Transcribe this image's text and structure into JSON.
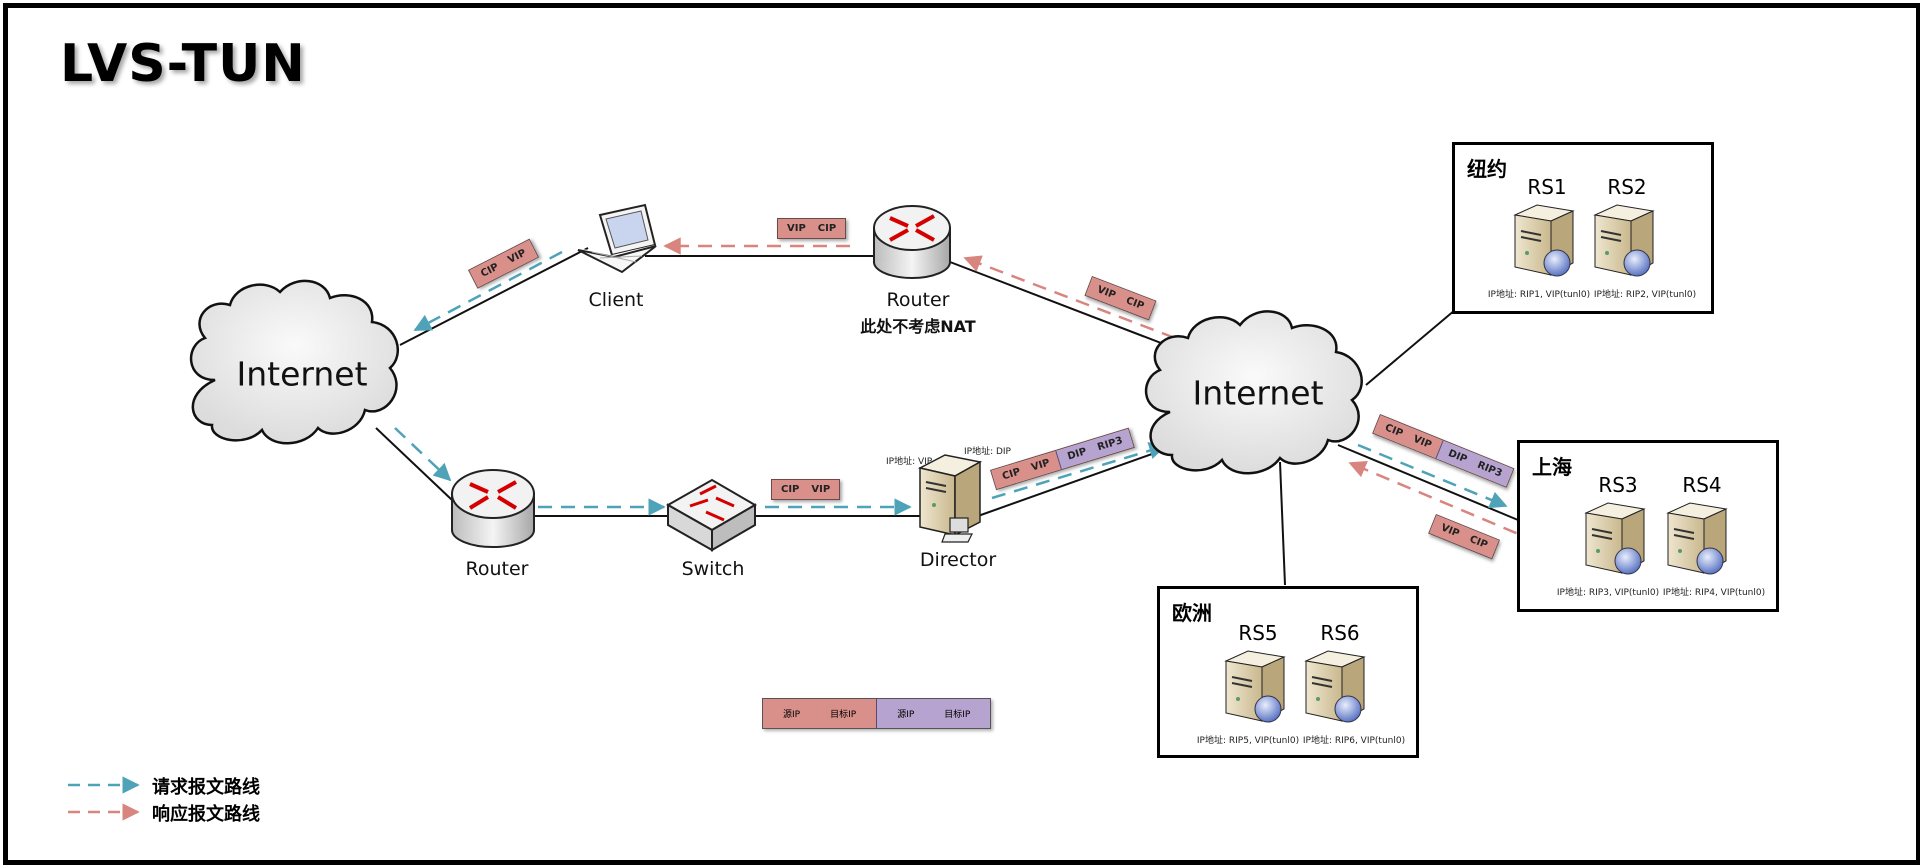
{
  "title": "LVS-TUN",
  "colors": {
    "request_path": "#4fa3b8",
    "response_path": "#d9857f",
    "packet_src_dst": "#d9908a",
    "packet_tunnel": "#b6a3cf"
  },
  "nodes": {
    "internet_left": "Internet",
    "internet_right": "Internet",
    "client": "Client",
    "router_top": "Router",
    "router_top_note": "此处不考虑NAT",
    "router_bottom": "Router",
    "switch": "Switch",
    "director": "Director",
    "director_ip_vip": "IP地址: VIP",
    "director_ip_dip": "IP地址: DIP"
  },
  "packets": {
    "client_out": [
      "CIP",
      "VIP"
    ],
    "router_top_in": [
      "VIP",
      "CIP"
    ],
    "internet_to_router_top": [
      "VIP",
      "CIP"
    ],
    "switch_to_director": [
      "CIP",
      "VIP"
    ],
    "director_out": {
      "inner": [
        "CIP",
        "VIP"
      ],
      "outer": [
        "DIP",
        "RIP3"
      ]
    },
    "to_shanghai": {
      "inner": [
        "CIP",
        "VIP"
      ],
      "outer": [
        "DIP",
        "RIP3"
      ]
    },
    "from_shanghai": [
      "VIP",
      "CIP"
    ]
  },
  "regions": [
    {
      "name": "纽约",
      "servers": [
        {
          "name": "RS1",
          "ip": "IP地址: RIP1, VIP(tunl0)"
        },
        {
          "name": "RS2",
          "ip": "IP地址: RIP2, VIP(tunl0)"
        }
      ]
    },
    {
      "name": "上海",
      "servers": [
        {
          "name": "RS3",
          "ip": "IP地址: RIP3, VIP(tunl0)"
        },
        {
          "name": "RS4",
          "ip": "IP地址: RIP4, VIP(tunl0)"
        }
      ]
    },
    {
      "name": "欧洲",
      "servers": [
        {
          "name": "RS5",
          "ip": "IP地址: RIP5, VIP(tunl0)"
        },
        {
          "name": "RS6",
          "ip": "IP地址: RIP6, VIP(tunl0)"
        }
      ]
    }
  ],
  "packet_format_legend": {
    "inner": [
      "源IP",
      "目标IP"
    ],
    "outer": [
      "源IP",
      "目标IP"
    ]
  },
  "legend": {
    "request": "请求报文路线",
    "response": "响应报文路线"
  }
}
